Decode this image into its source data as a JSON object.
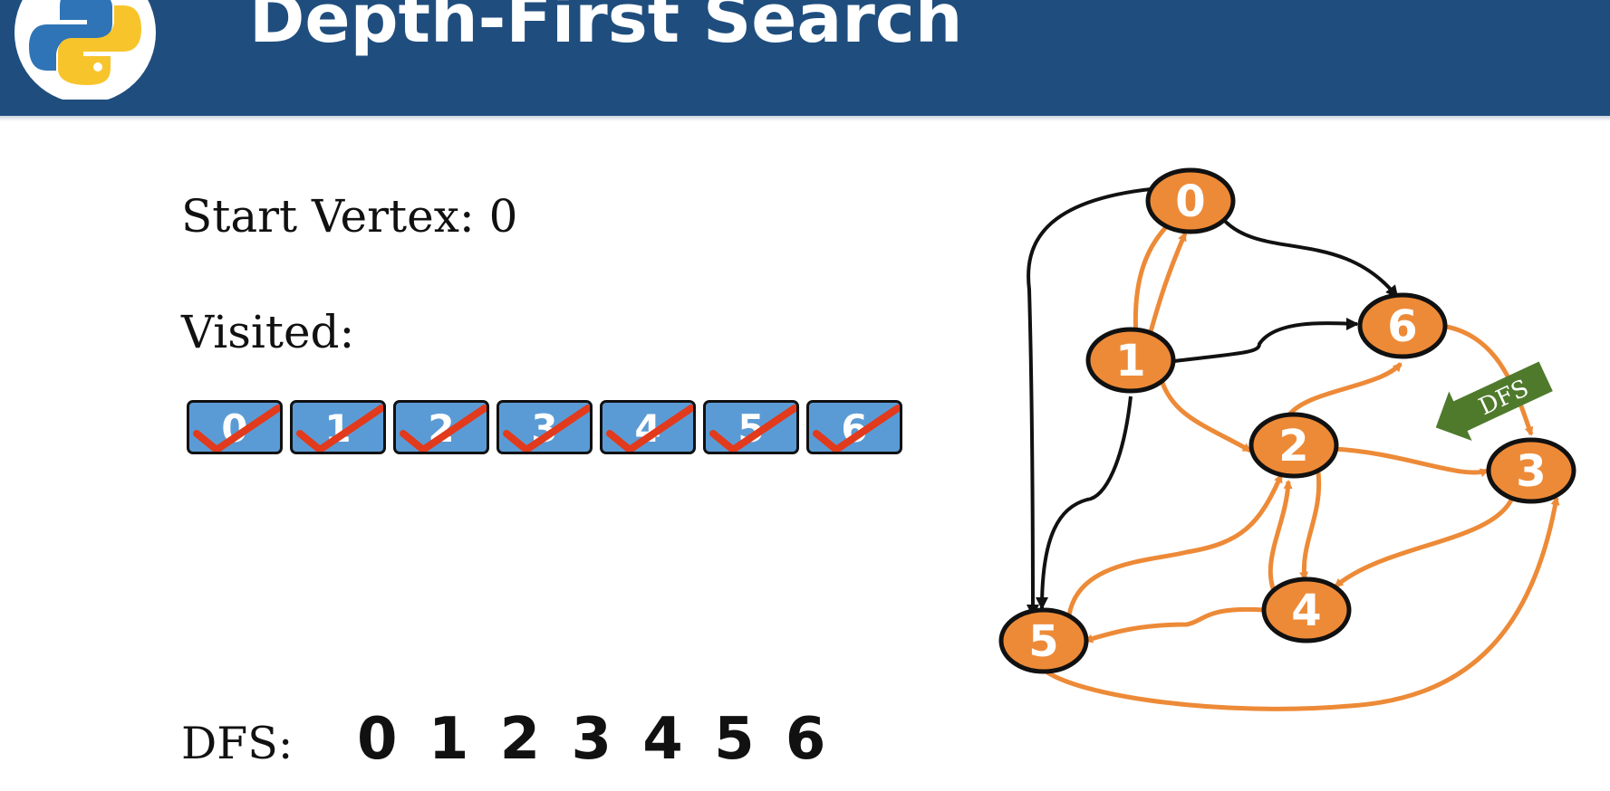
{
  "header": {
    "title": "Depth-First Search",
    "logo_icon": "python-logo-icon"
  },
  "labels": {
    "start_vertex": "Start Vertex: 0",
    "visited": "Visited:",
    "dfs": "DFS:"
  },
  "visited": [
    {
      "label": "0",
      "checked": true
    },
    {
      "label": "1",
      "checked": true
    },
    {
      "label": "2",
      "checked": true
    },
    {
      "label": "3",
      "checked": true
    },
    {
      "label": "4",
      "checked": true
    },
    {
      "label": "5",
      "checked": true
    },
    {
      "label": "6",
      "checked": true
    }
  ],
  "dfs_sequence": "0 1 2 3 4 5 6",
  "graph": {
    "nodes": [
      {
        "id": "0",
        "label": "0"
      },
      {
        "id": "1",
        "label": "1"
      },
      {
        "id": "2",
        "label": "2"
      },
      {
        "id": "3",
        "label": "3"
      },
      {
        "id": "4",
        "label": "4"
      },
      {
        "id": "5",
        "label": "5"
      },
      {
        "id": "6",
        "label": "6"
      }
    ],
    "edges": [
      {
        "from": "0",
        "to": "1",
        "status": "traversed"
      },
      {
        "from": "1",
        "to": "0",
        "status": "traversed"
      },
      {
        "from": "0",
        "to": "6",
        "status": "unvisited"
      },
      {
        "from": "0",
        "to": "5",
        "status": "unvisited"
      },
      {
        "from": "1",
        "to": "6",
        "status": "unvisited"
      },
      {
        "from": "1",
        "to": "2",
        "status": "traversed"
      },
      {
        "from": "1",
        "to": "5",
        "status": "unvisited"
      },
      {
        "from": "2",
        "to": "6",
        "status": "traversed"
      },
      {
        "from": "2",
        "to": "3",
        "status": "traversed"
      },
      {
        "from": "2",
        "to": "4",
        "status": "traversed"
      },
      {
        "from": "4",
        "to": "2",
        "status": "traversed"
      },
      {
        "from": "3",
        "to": "4",
        "status": "traversed"
      },
      {
        "from": "4",
        "to": "5",
        "status": "traversed"
      },
      {
        "from": "5",
        "to": "2",
        "status": "traversed"
      },
      {
        "from": "5",
        "to": "3",
        "status": "traversed"
      },
      {
        "from": "6",
        "to": "3",
        "status": "traversed"
      }
    ],
    "pointer_label": "DFS"
  },
  "colors": {
    "header": "#1f4e7e",
    "node_fill": "#ed8a37",
    "traversed_edge": "#ed8a37",
    "unvisited_edge": "#111111",
    "visited_cell": "#5b9bd5",
    "check_mark": "#e23a1c",
    "pointer_arrow": "#4f7a2c"
  }
}
